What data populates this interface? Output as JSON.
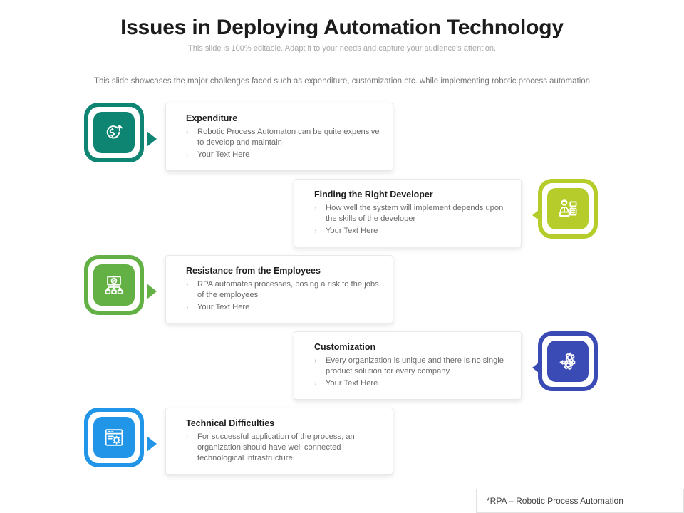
{
  "header": {
    "title": "Issues in Deploying Automation Technology",
    "subtitle": "This slide is 100% editable. Adapt it to your needs and capture your audience's attention.",
    "description": "This slide showcases the major challenges faced such as expenditure, customization etc. while implementing robotic process automation"
  },
  "items": [
    {
      "title": "Expenditure",
      "bullets": [
        "Robotic Process Automaton can be quite expensive to develop and maintain",
        "Your Text Here"
      ],
      "color": "#0e8573",
      "icon": "dollar-growth-icon",
      "side": "left"
    },
    {
      "title": "Finding the Right Developer",
      "bullets": [
        "How well the system will implement depends upon the skills of the developer",
        "Your Text Here"
      ],
      "color": "#b5cc2a",
      "icon": "developer-support-icon",
      "side": "right"
    },
    {
      "title": "Resistance from the Employees",
      "bullets": [
        "RPA automates processes, posing a risk to the jobs of the employees",
        "Your Text Here"
      ],
      "color": "#63b145",
      "icon": "employee-resistance-icon",
      "side": "left"
    },
    {
      "title": "Customization",
      "bullets": [
        "Every organization is unique and there is no single product solution for every company",
        "Your Text Here"
      ],
      "color": "#3b4bb5",
      "icon": "gear-pencil-icon",
      "side": "right"
    },
    {
      "title": "Technical Difficulties",
      "bullets": [
        "For successful application of the process, an organization should have well connected technological infrastructure"
      ],
      "color": "#2196e8",
      "icon": "browser-gear-icon",
      "side": "left"
    }
  ],
  "footer": {
    "note": "*RPA – Robotic Process Automation"
  },
  "bullet_glyph": "›"
}
